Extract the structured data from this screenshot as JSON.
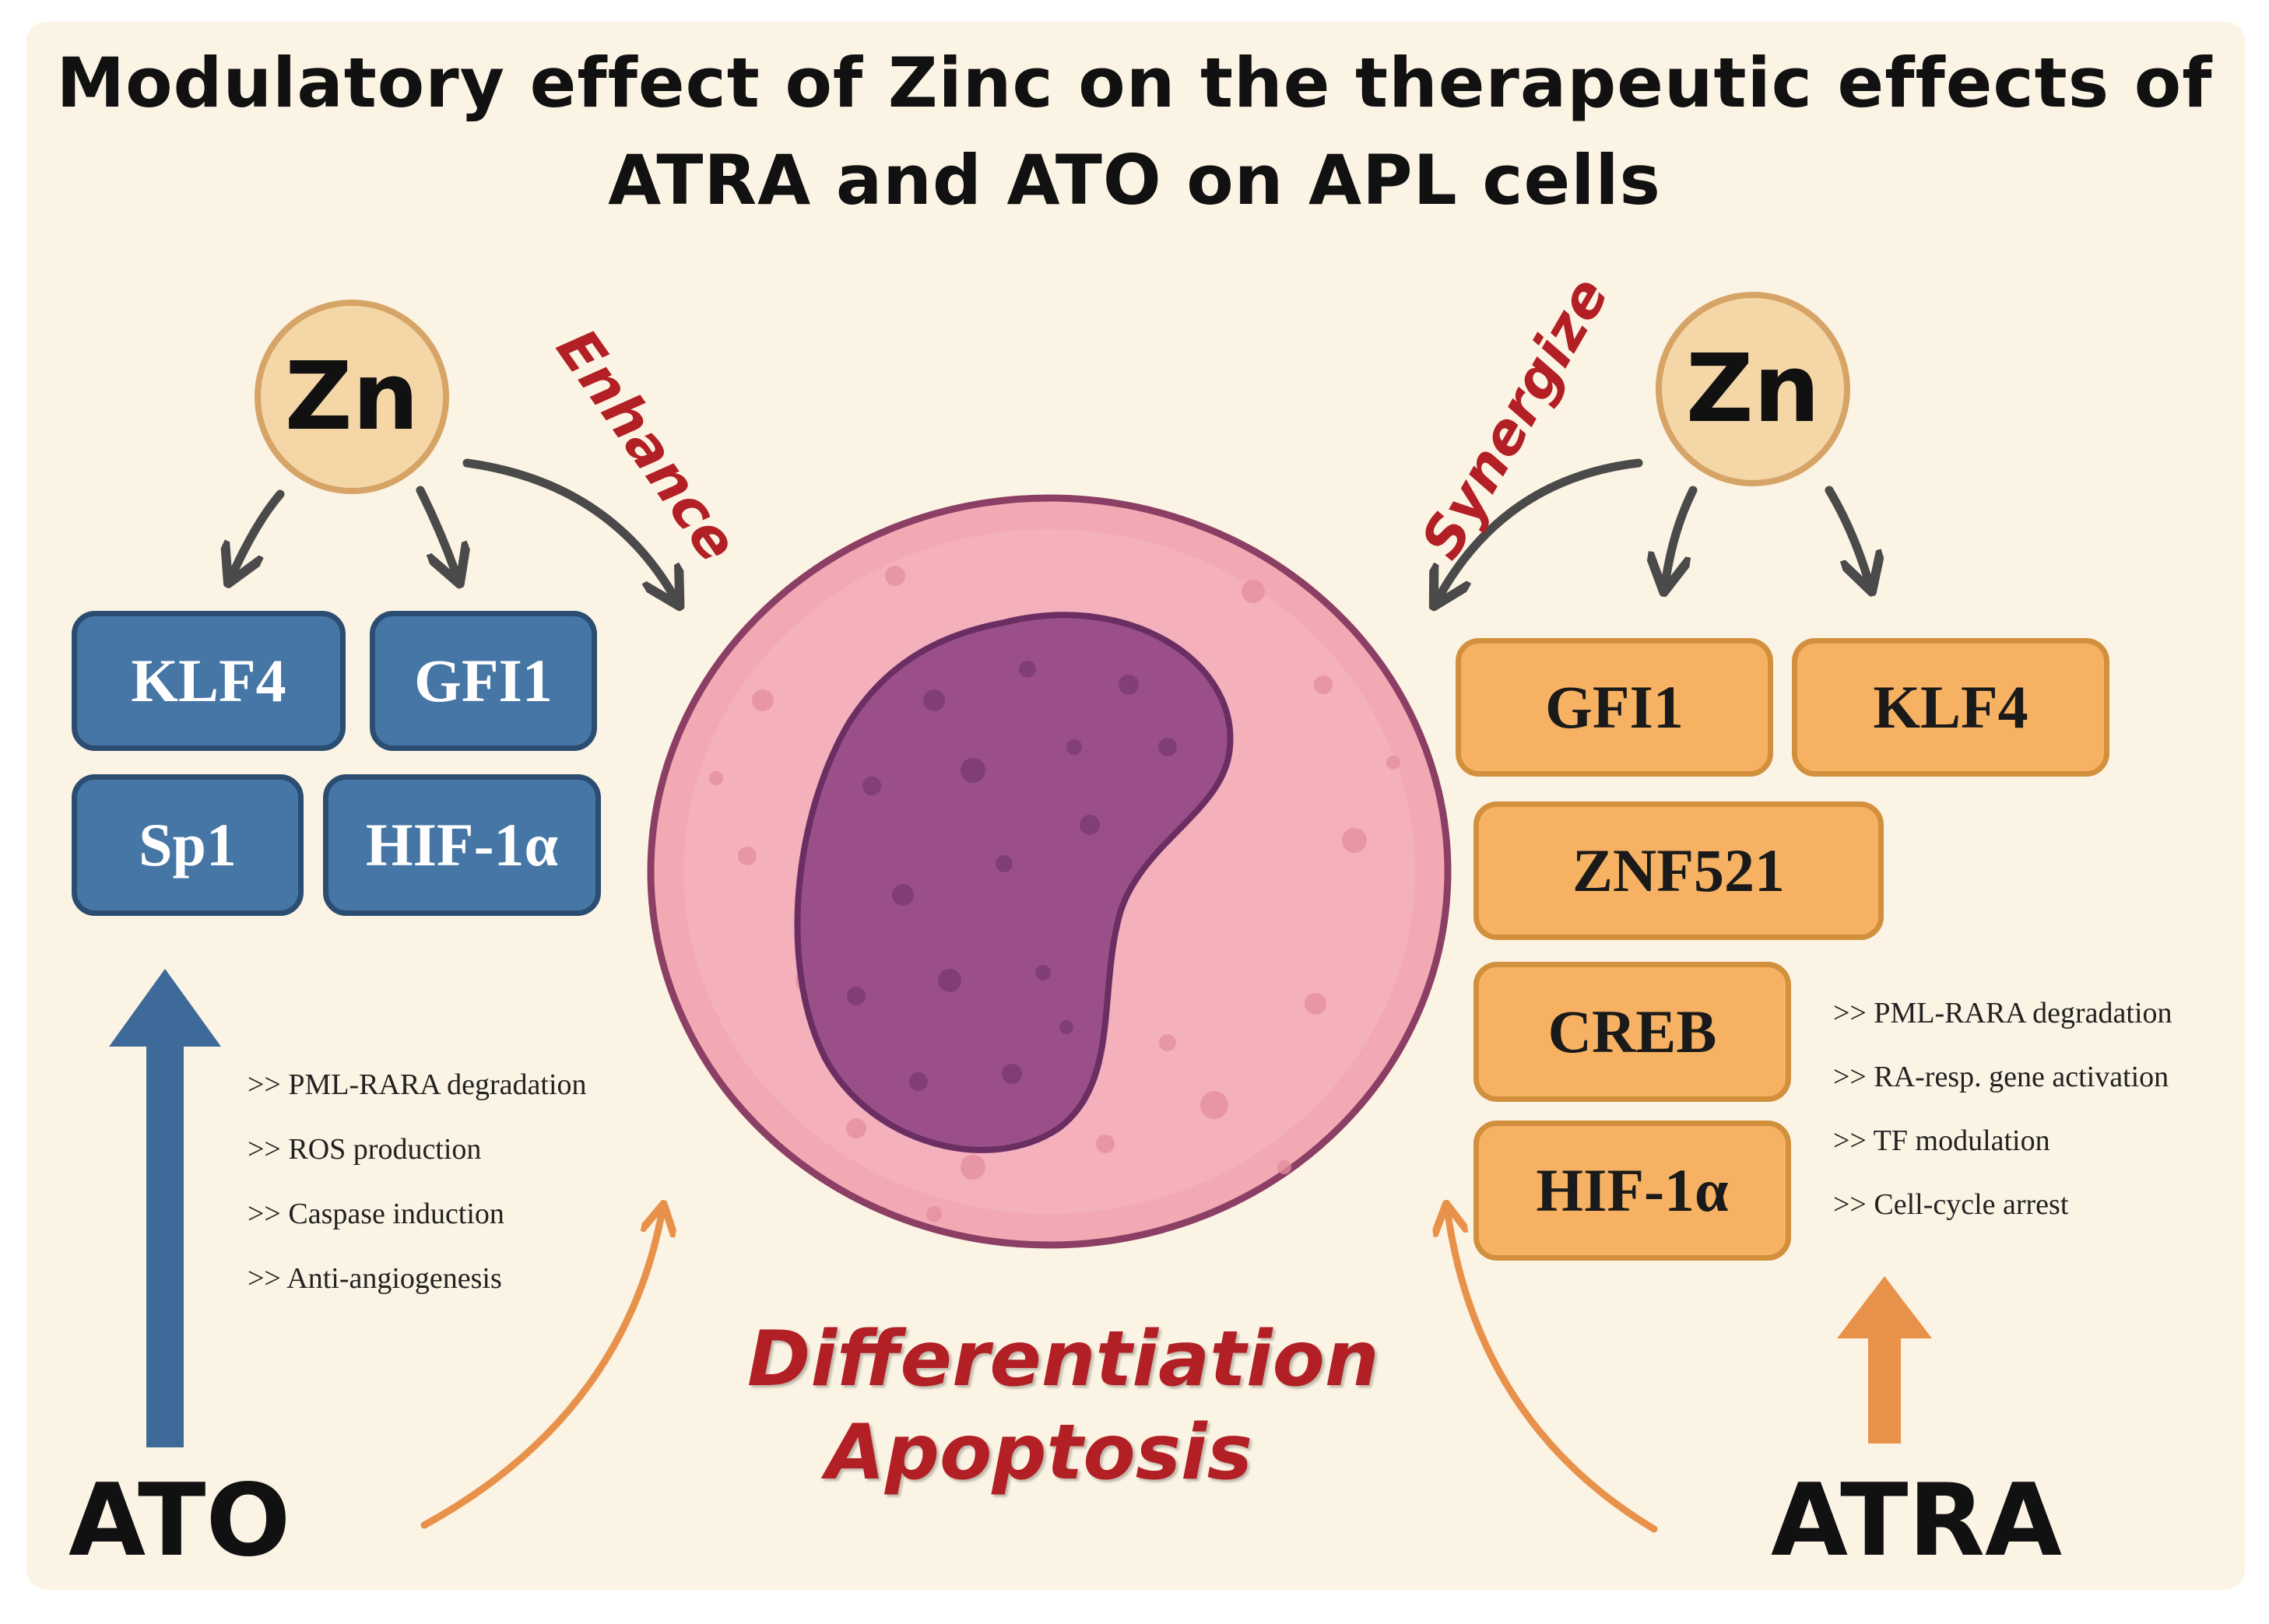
{
  "title": {
    "line1": "Modulatory effect of Zinc on the therapeutic effects of",
    "line2": "ATRA and ATO on APL cells"
  },
  "left": {
    "zn_label": "Zn",
    "action": "Enhance",
    "drug": "ATO",
    "targets": [
      "KLF4",
      "GFI1",
      "Sp1",
      "HIF-1α"
    ],
    "effects": [
      ">> PML-RARA degradation",
      ">> ROS production",
      ">> Caspase induction",
      ">> Anti-angiogenesis"
    ]
  },
  "right": {
    "zn_label": "Zn",
    "action": "Synergize",
    "drug": "ATRA",
    "targets": [
      "GFI1",
      "KLF4",
      "ZNF521",
      "CREB",
      "HIF-1α"
    ],
    "effects": [
      ">> PML-RARA degradation",
      ">> RA-resp. gene activation",
      ">> TF modulation",
      ">> Cell-cycle arrest"
    ]
  },
  "outcome": {
    "line1": "Differentiation",
    "line2": "Apoptosis"
  },
  "colors": {
    "background": "#fbf3e3",
    "ato_blue": "#4676a5",
    "atra_orange": "#f6b262",
    "outcome_red": "#b21f24",
    "cell_pink": "#f2a9b4",
    "nucleus_purple": "#9a4f88"
  }
}
